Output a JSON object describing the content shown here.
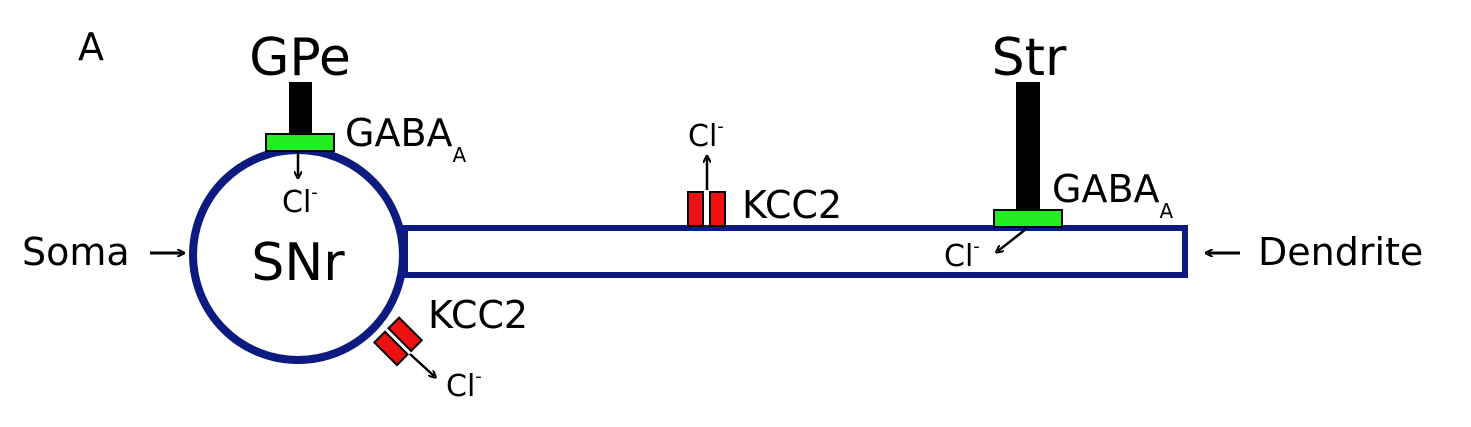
{
  "panel_label": "A",
  "inputs": {
    "gpe": "GPe",
    "str": "Str"
  },
  "cell": {
    "name": "SNr",
    "soma_label": "Soma",
    "dendrite_label": "Dendrite"
  },
  "receptors": {
    "gaba_a_soma": {
      "name": "GABA",
      "subscript": "A"
    },
    "gaba_a_dendrite": {
      "name": "GABA",
      "subscript": "A"
    },
    "kcc2_dendrite": "KCC2",
    "kcc2_soma": "KCC2"
  },
  "ions": {
    "symbol": "Cl",
    "superscript": "-"
  },
  "colors": {
    "membrane": "#0d1a80",
    "gaba_receptor": "#22ee22",
    "kcc2": "#ee1111",
    "axon": "#000000"
  }
}
